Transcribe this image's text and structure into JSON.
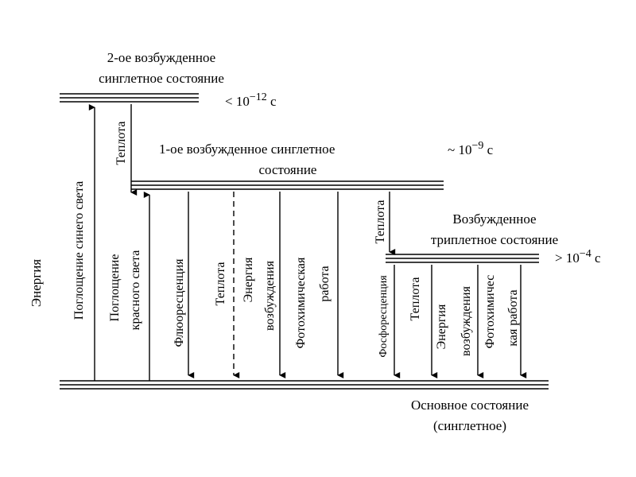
{
  "states": {
    "s2": {
      "title_line1": "2-ое возбужденное",
      "title_line2": "синглетное состояние",
      "lifetime": "< 10",
      "lifetime_exp": "−12",
      "lifetime_unit": " с"
    },
    "s1": {
      "title_line1": "1-ое возбужденное синглетное",
      "title_line2": "состояние",
      "lifetime": "~ 10",
      "lifetime_exp": "−9",
      "lifetime_unit": " с"
    },
    "t1": {
      "title_line1": "Возбужденное",
      "title_line2": "триплетное состояние",
      "lifetime": "> 10",
      "lifetime_exp": "−4",
      "lifetime_unit": " с"
    },
    "s0": {
      "title_line1": "Основное состояние",
      "title_line2": "(синглетное)"
    }
  },
  "axis": {
    "energy": "Энергия"
  },
  "transitions": {
    "blue_absorption": "Поглощение синего света",
    "red_absorption_1": "Поглощение",
    "red_absorption_2": "красного света",
    "heat_s2_s1": "Теплота",
    "fluorescence": "Флюоресценция",
    "heat_s1_s0": "Теплота",
    "excitation_energy_1_a": "Энергия",
    "excitation_energy_1_b": "возбуждения",
    "photochem_1_a": "Фотохимическая",
    "photochem_1_b": "работа",
    "heat_s1_t1": "Теплота",
    "phosphorescence": "Фосфоресценция",
    "heat_t1_s0": "Теплота",
    "excitation_energy_2_a": "Энергия",
    "excitation_energy_2_b": "возбуждения",
    "photochem_2_a": "Фотохимичес",
    "photochem_2_b": "кая работа"
  }
}
